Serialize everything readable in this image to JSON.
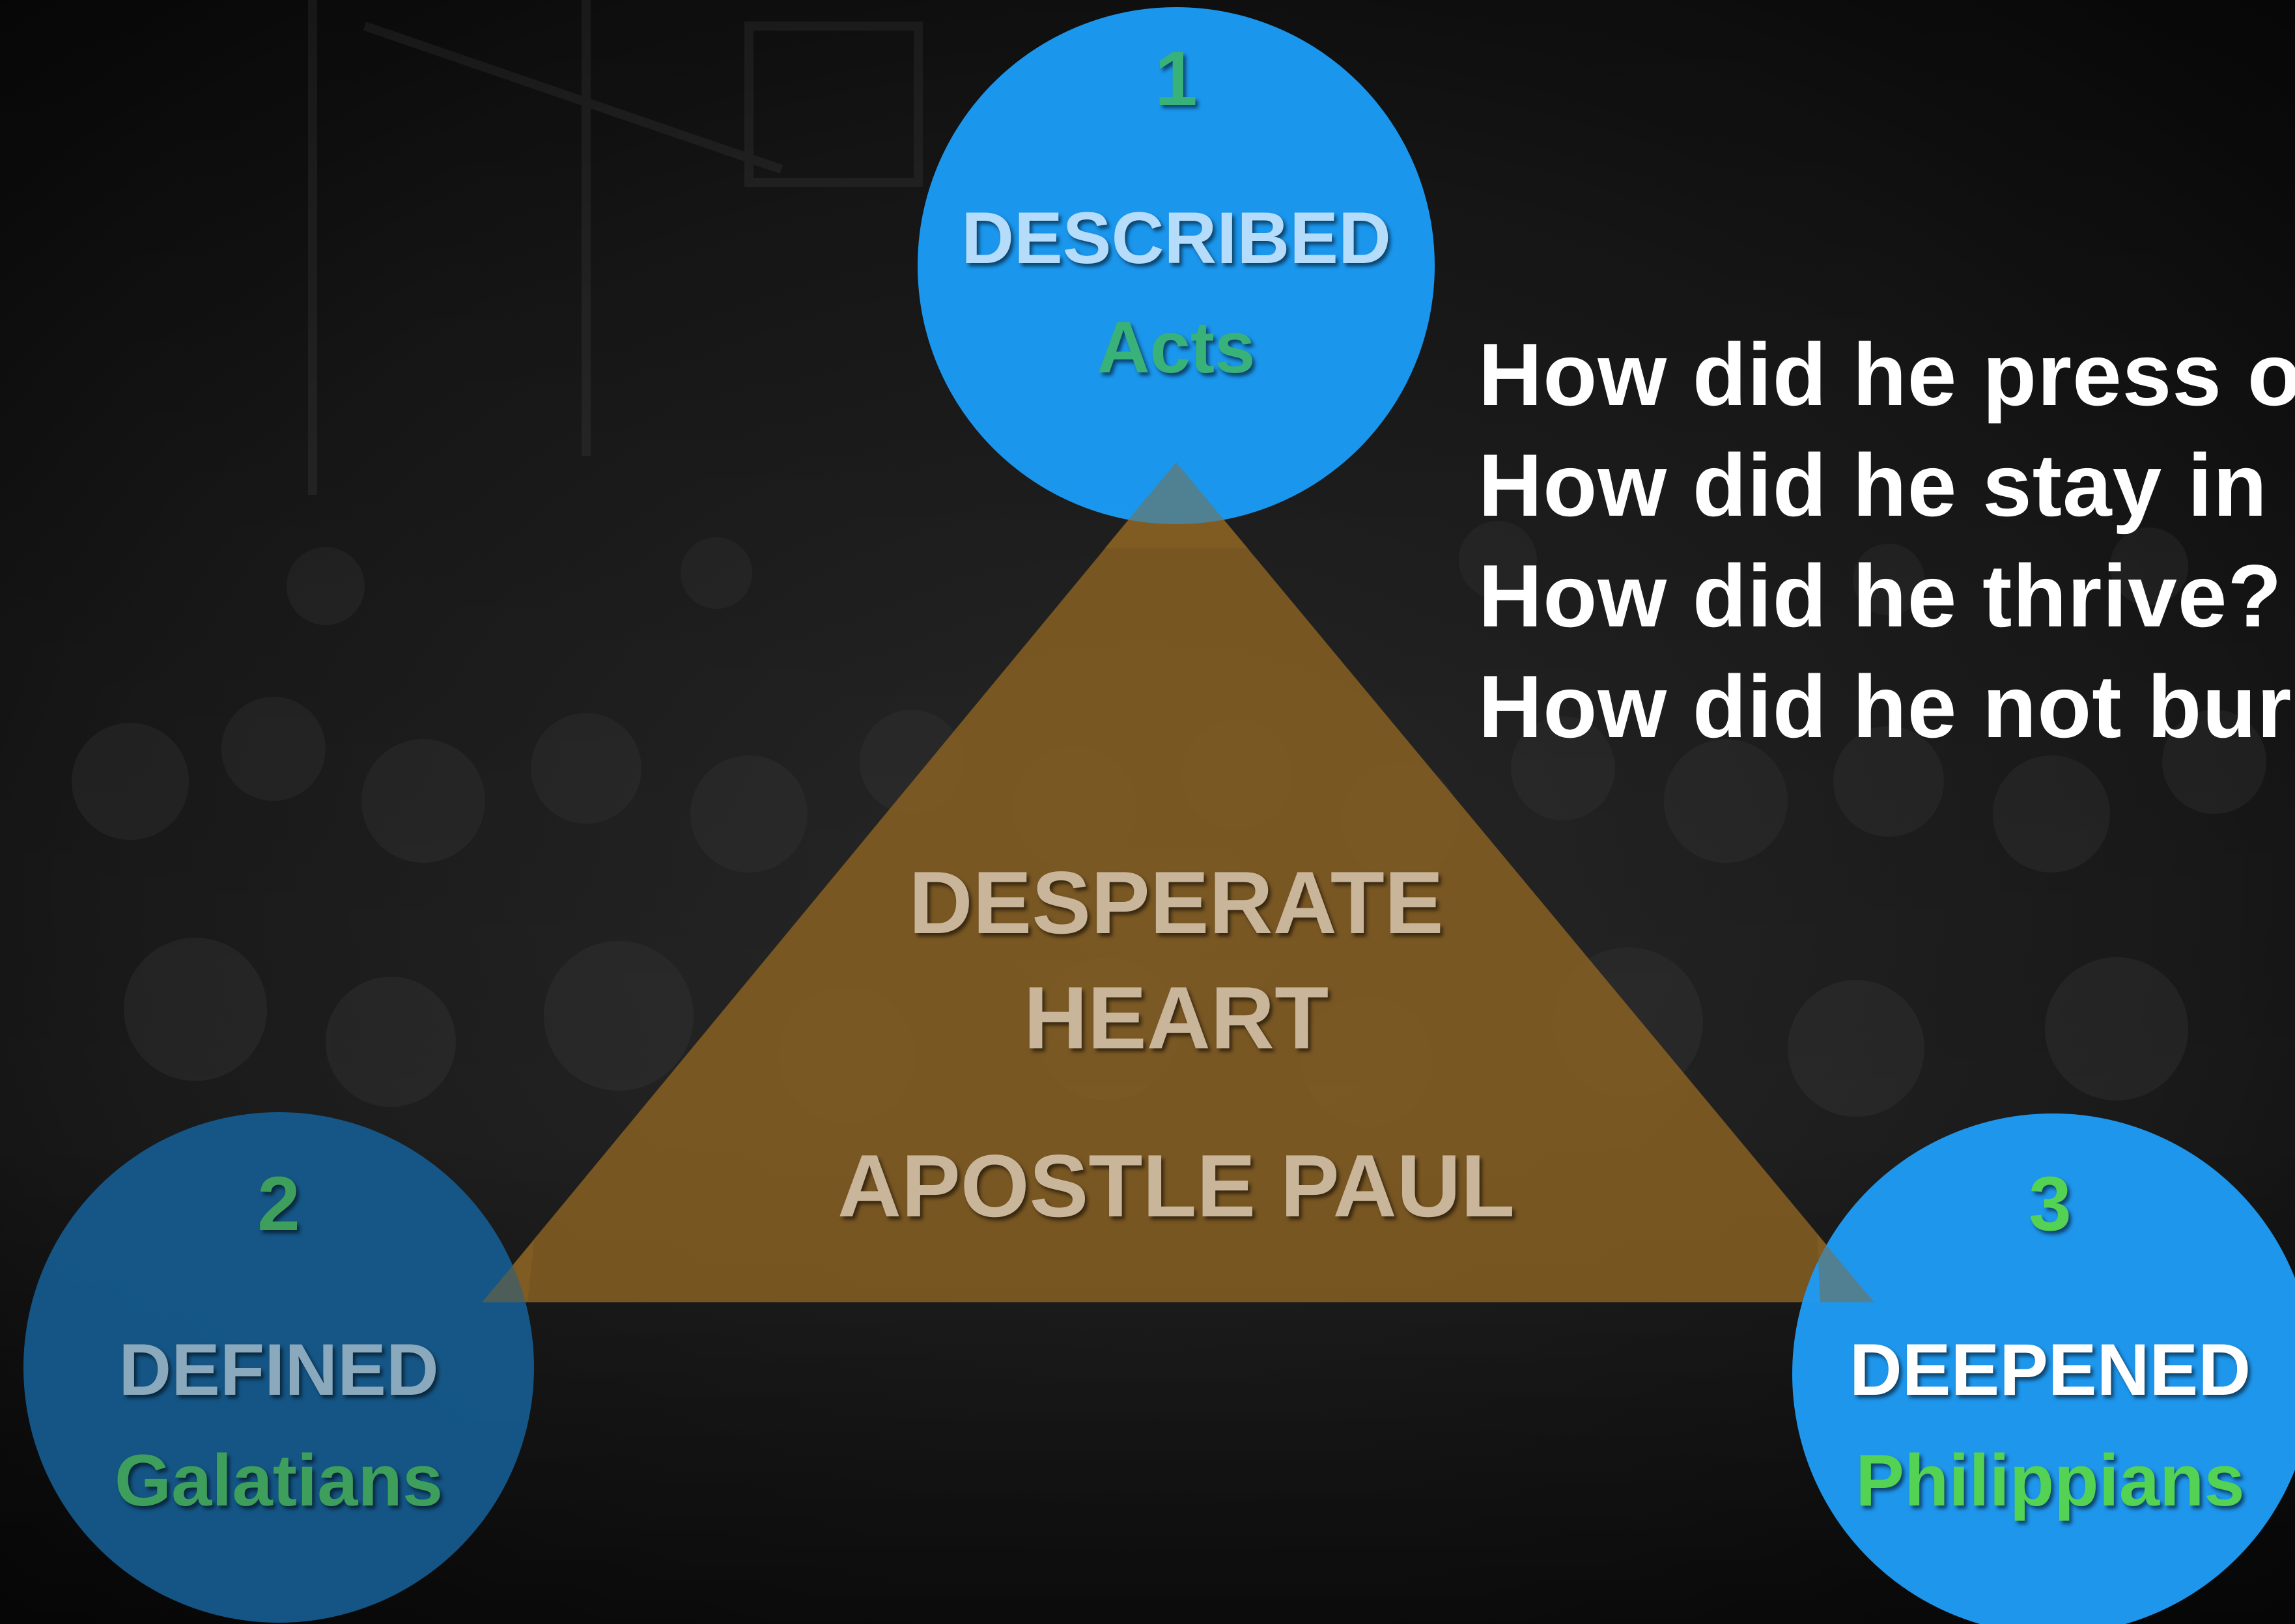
{
  "questions": [
    "How did he press o",
    "How did he stay in",
    "How did he thrive?",
    "How did he not bur"
  ],
  "triangle": {
    "title_line1": "DESPERATE",
    "title_line2": "HEART",
    "subtitle": "APOSTLE PAUL",
    "fill_color": "#8c6323",
    "text_color": "#c9b59a"
  },
  "nodes": {
    "top": {
      "number": "1",
      "label": "DESCRIBED",
      "book": "Acts",
      "fill_color": "#1b9bf5",
      "label_color": "#b5dcfa",
      "accent_color": "#39b27a"
    },
    "left": {
      "number": "2",
      "label": "DEFINED",
      "book": "Galatians",
      "fill_color": "#155a8c",
      "label_color": "#8aa9bd",
      "accent_color": "#3e9f5c"
    },
    "right": {
      "number": "3",
      "label": "DEEPENED",
      "book": "Philippians",
      "fill_color": "#1f9bf4",
      "label_color": "#ffffff",
      "accent_color": "#54d253"
    }
  },
  "background_color": "#151515"
}
